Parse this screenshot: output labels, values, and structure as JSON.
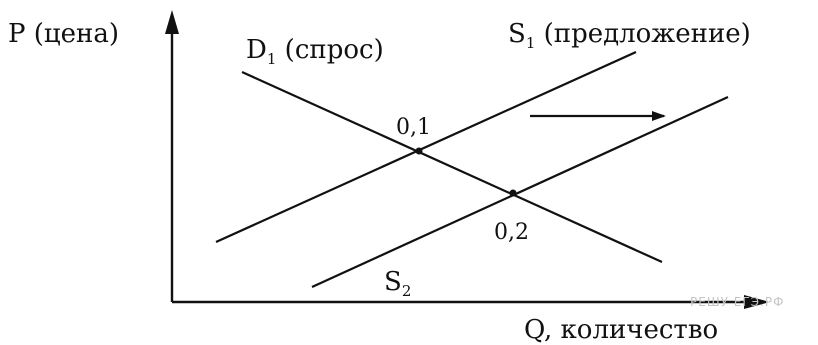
{
  "axes": {
    "y_label": "P (цена)",
    "x_label": "Q, количество"
  },
  "curves": {
    "demand_label_main": "D",
    "demand_label_sub": "1",
    "demand_label_rest": " (спрос)",
    "supply1_label_main": "S",
    "supply1_label_sub": "1",
    "supply1_label_rest": " (предложение)",
    "supply2_label_main": "S",
    "supply2_label_sub": "2"
  },
  "points": {
    "equilibrium_1": "0,1",
    "equilibrium_2": "0,2"
  },
  "watermark": "РЕШУ ЕГЭ.РФ"
}
